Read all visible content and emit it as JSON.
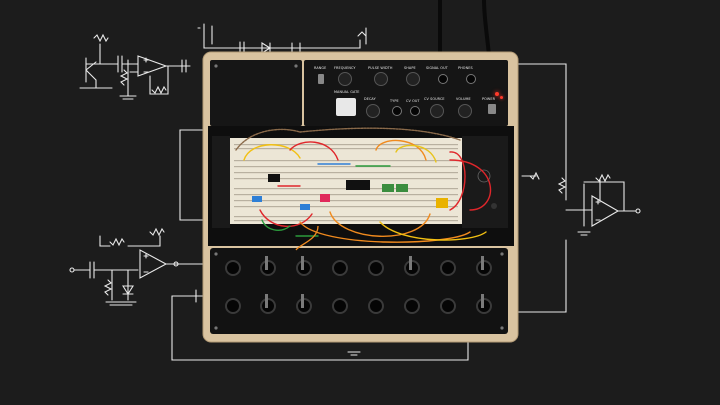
{
  "colors": {
    "background": "#1c1c1c",
    "chalk": "#e9e9e9",
    "wood": "#d9c3a0",
    "panel": "#141414",
    "breadboard": "#ece6d6",
    "led_red": "#ff3a2a"
  },
  "panel_labels": {
    "range": "RANGE",
    "frequency": "FREQUENCY",
    "pulse_width": "PULSE WIDTH",
    "shape": "SHAPE",
    "signal_out": "SIGNAL OUT",
    "phones": "PHONES",
    "manual_gate": "MANUAL GATE",
    "decay": "DECAY",
    "type": "TYPE",
    "cv_out": "CV OUT",
    "cv_source": "CV SOURCE",
    "volume": "VOLUME",
    "power": "POWER"
  },
  "icons": {
    "jack": "jack-socket-icon",
    "knob": "knob-icon",
    "led": "led-icon",
    "button": "push-button-icon"
  }
}
